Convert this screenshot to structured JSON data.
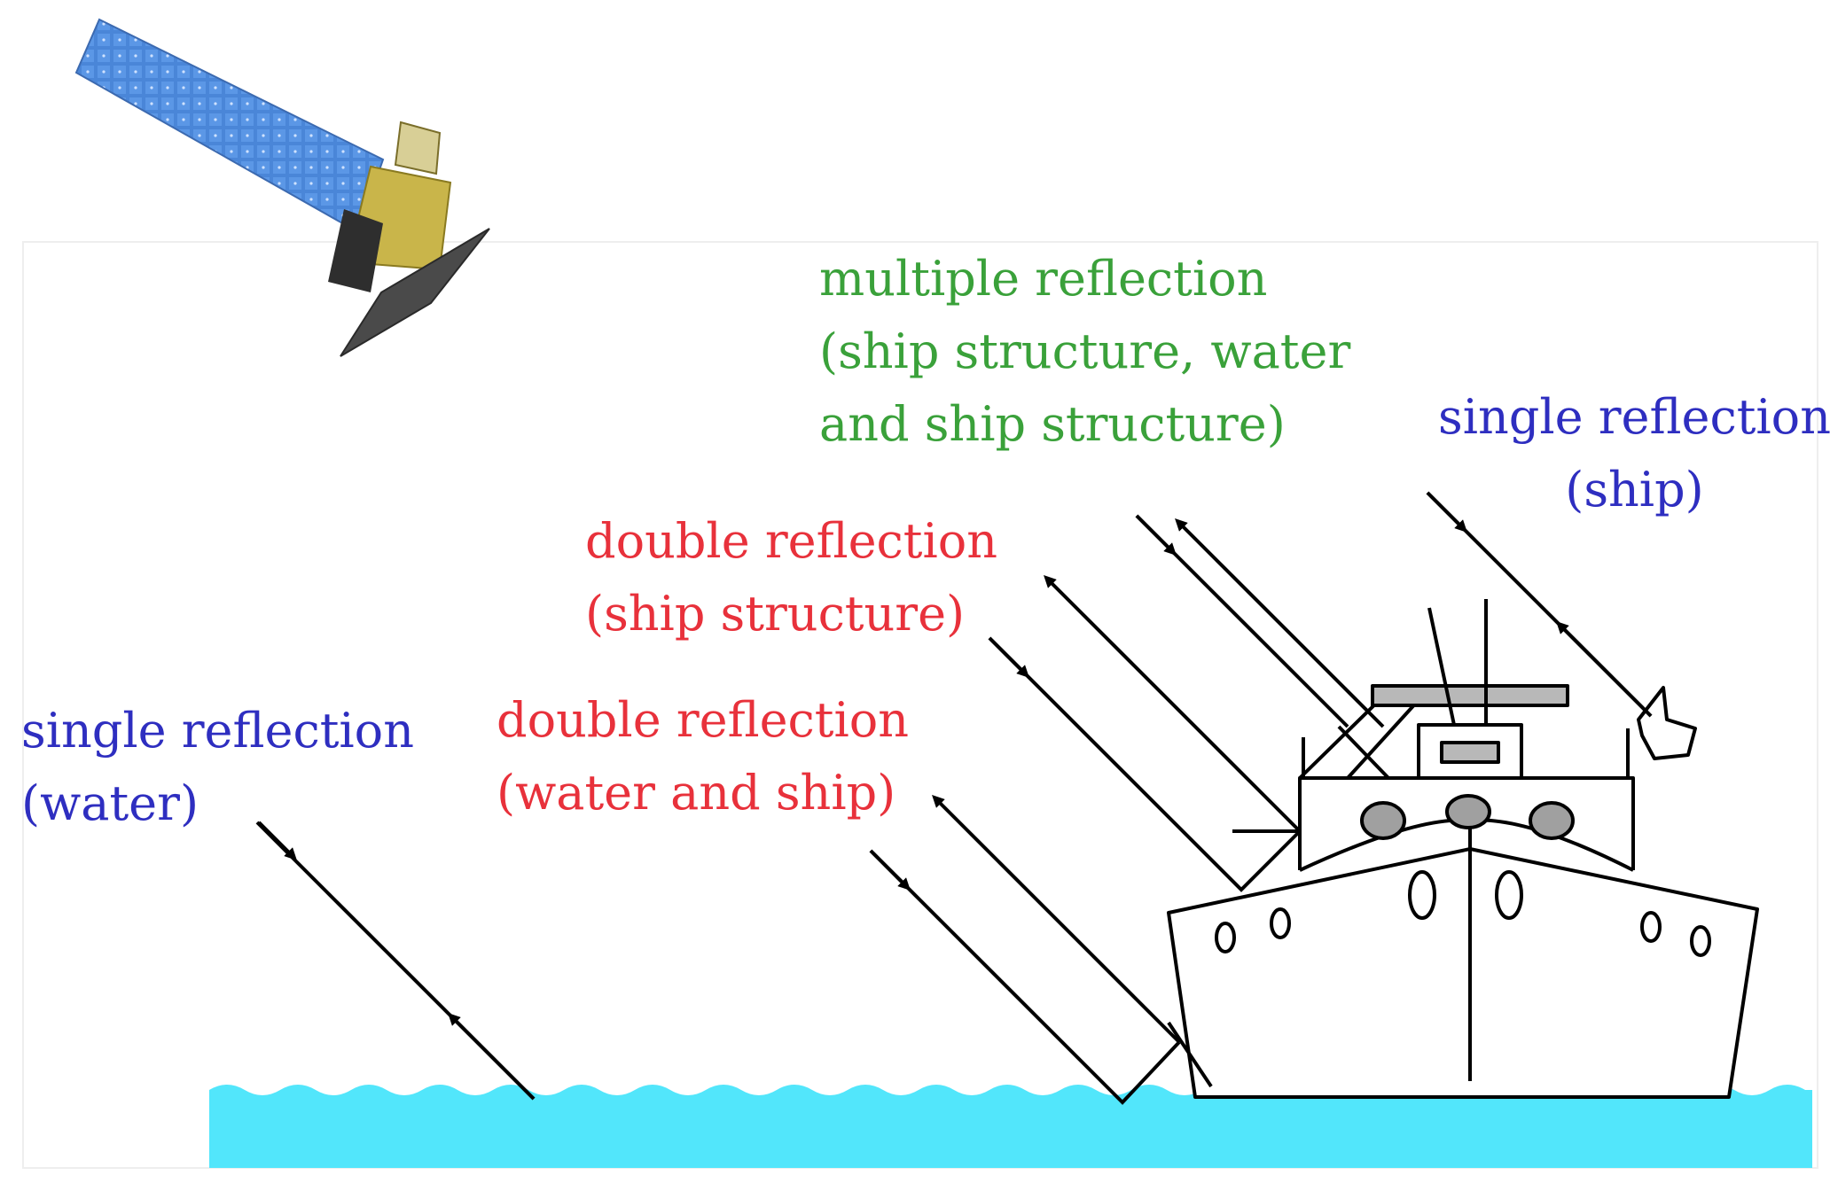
{
  "labels": {
    "single_water": {
      "line1": "single reflection",
      "line2": "(water)",
      "color": "#2e2ec0"
    },
    "double_water_ship": {
      "line1": "double reflection",
      "line2": "(water and ship)",
      "color": "#e8313b"
    },
    "double_ship_structure": {
      "line1": "double reflection",
      "line2": "(ship structure)",
      "color": "#e8313b"
    },
    "multiple": {
      "line1": "multiple reflection",
      "line2": "(ship structure, water",
      "line3": "and ship structure)",
      "color": "#3aa13a"
    },
    "single_ship": {
      "line1": "single reflection",
      "line2": "(ship)",
      "color": "#2e2ec0"
    }
  },
  "colors": {
    "water": "#52e6fb",
    "ship_line": "#000000",
    "porthole_fill": "#a0a0a0",
    "solar_panel": "#4a86d8",
    "satellite_body": "#c9b54a",
    "antenna": "#4a4a4a"
  },
  "icons": [
    "satellite-icon",
    "ship-icon"
  ]
}
